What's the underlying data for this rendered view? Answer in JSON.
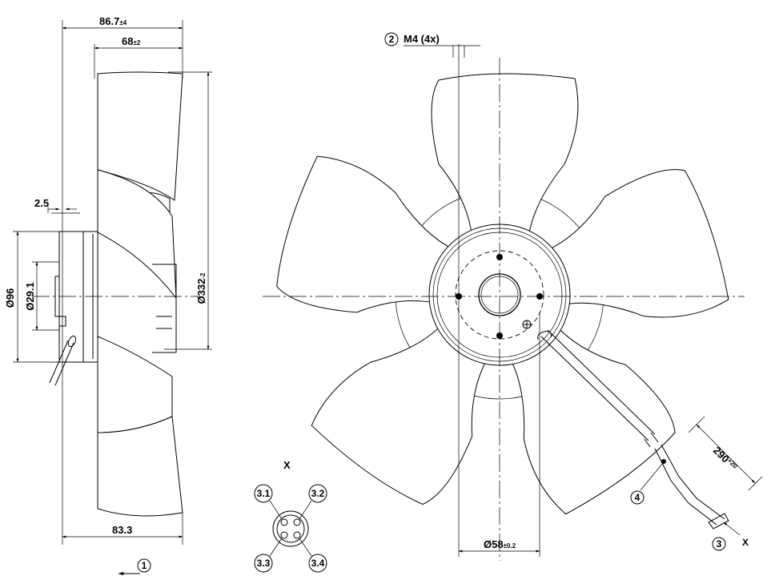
{
  "side_view": {
    "dim_overall_width": {
      "value": "86.7",
      "tolerance": "±4"
    },
    "dim_rotor_width": {
      "value": "68",
      "tolerance": "±2"
    },
    "dim_offset": "2.5",
    "dim_diameter_96": "Ø96",
    "dim_diameter_29": "Ø29.1",
    "dim_fan_diameter": {
      "value": "Ø332",
      "tolerance": "-2"
    },
    "dim_bottom_width": "83.3",
    "callout_airflow": "1"
  },
  "front_view": {
    "callout_screw": "2",
    "screw_label": "M4 (4x)",
    "dim_bolt_circle": {
      "value": "Ø58",
      "tolerance": "±0.2"
    },
    "dim_cable_length": {
      "value": "290",
      "tolerance": "+20"
    },
    "callout_cable": "4",
    "callout_connector": "3",
    "view_marker": "X"
  },
  "connector_detail": {
    "title": "X",
    "pins": [
      "3.1",
      "3.2",
      "3.3",
      "3.4"
    ]
  }
}
